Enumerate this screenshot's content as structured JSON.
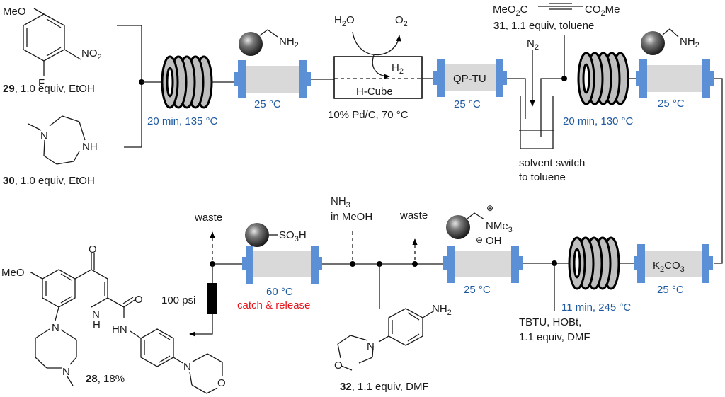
{
  "title": "Continuous-flow synthesis of compound 28",
  "colors": {
    "condition_blue": "#1f5aa0",
    "highlight_red": "#e8141c",
    "column_cap": "#5b8fd6",
    "column_body": "#d9d9d9",
    "coil_fill": "#bfbfbf"
  },
  "reagents": {
    "r29": {
      "number": "29",
      "conditions": ", 1.0 equiv, EtOH",
      "groups": {
        "ome": "MeO",
        "no2": "NO",
        "no2_sub": "2",
        "f": "F"
      }
    },
    "r30": {
      "number": "30",
      "conditions": ", 1.0 equiv, EtOH",
      "groups": {
        "n": "N",
        "nh": "NH"
      }
    },
    "r31": {
      "number": "31",
      "conditions": ", 1.1 equiv, toluene",
      "left": "MeO",
      "left_sub": "2",
      "left_tail": "C",
      "right": "CO",
      "right_sub": "2",
      "right_tail": "Me"
    },
    "r32": {
      "number": "32",
      "conditions": ", 1.1 equiv, DMF",
      "groups": {
        "nh2": "NH",
        "nh2_sub": "2",
        "n": "N",
        "o": "O"
      }
    },
    "coupling": {
      "line1": "TBTU, HOBt,",
      "line2": "1.1 equiv, DMF"
    },
    "ammonia": {
      "line1": "NH",
      "line1_sub": "3",
      "line2": "in MeOH"
    }
  },
  "steps": {
    "coil1": {
      "conditions": "20 min, 135 °C"
    },
    "column1": {
      "resin_group": "NH",
      "resin_sub": "2",
      "temp": "25 °C"
    },
    "hcube": {
      "label": "H-Cube",
      "h2": "H",
      "h2_sub": "2",
      "water": "H",
      "water_sub": "2",
      "water_tail": "O",
      "oxygen": "O",
      "oxygen_sub": "2",
      "conditions": "10% Pd/C, 70 °C"
    },
    "column_qptu": {
      "label": "QP-TU",
      "temp": "25 °C"
    },
    "solvent_switch": {
      "gas": "N",
      "gas_sub": "2",
      "line1": "solvent switch",
      "line2": "to toluene"
    },
    "coil2": {
      "conditions": "20 min, 130 °C"
    },
    "column2": {
      "resin_group": "NH",
      "resin_sub": "2",
      "temp": "25 °C"
    },
    "column_k2co3": {
      "label_a": "K",
      "label_sub1": "2",
      "label_b": "CO",
      "label_sub2": "3",
      "temp": "25 °C"
    },
    "coil3": {
      "conditions": "11 min, 245 °C"
    },
    "column_oh": {
      "plus": "⊕",
      "minus": "⊖",
      "group": "NMe",
      "group_sub": "3",
      "anion": "OH",
      "temp": "25 °C"
    },
    "waste1": {
      "label": "waste"
    },
    "column_so3h": {
      "group": "SO",
      "group_sub": "3",
      "group_tail": "H",
      "temp": "60 °C",
      "mode": "catch & release"
    },
    "waste2": {
      "label": "waste"
    },
    "bpr": {
      "label": "100 psi"
    }
  },
  "product": {
    "number": "28",
    "yield": ", 18%",
    "groups": {
      "o_top": "O",
      "ome": "MeO",
      "n_ring": "N",
      "h_ring": "H",
      "o_amide": "O",
      "hn": "HN",
      "n_diaz1": "N",
      "n_diaz2": "N",
      "n_morph": "N",
      "o_morph": "O"
    }
  }
}
